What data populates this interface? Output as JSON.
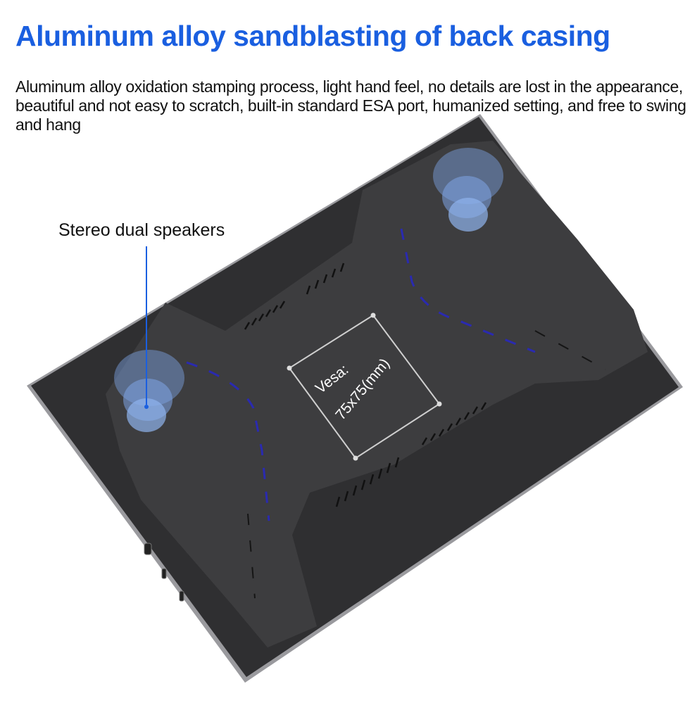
{
  "title": "Aluminum alloy sandblasting of back casing",
  "description": "Aluminum alloy oxidation stamping process, light hand feel, no details are lost in the appearance, beautiful and not easy to scratch, built-in standard ESA port, humanized setting, and free to swing and hang",
  "callouts": {
    "speakers": "Stereo dual speakers",
    "vesa_label": "Vesa:",
    "vesa_size": "75x75(mm)"
  },
  "colors": {
    "title": "#1a5fe0",
    "casing": "#3a3a3a",
    "accent_line": "#2a2ab0",
    "speaker_highlight": "#7fa6e8"
  }
}
